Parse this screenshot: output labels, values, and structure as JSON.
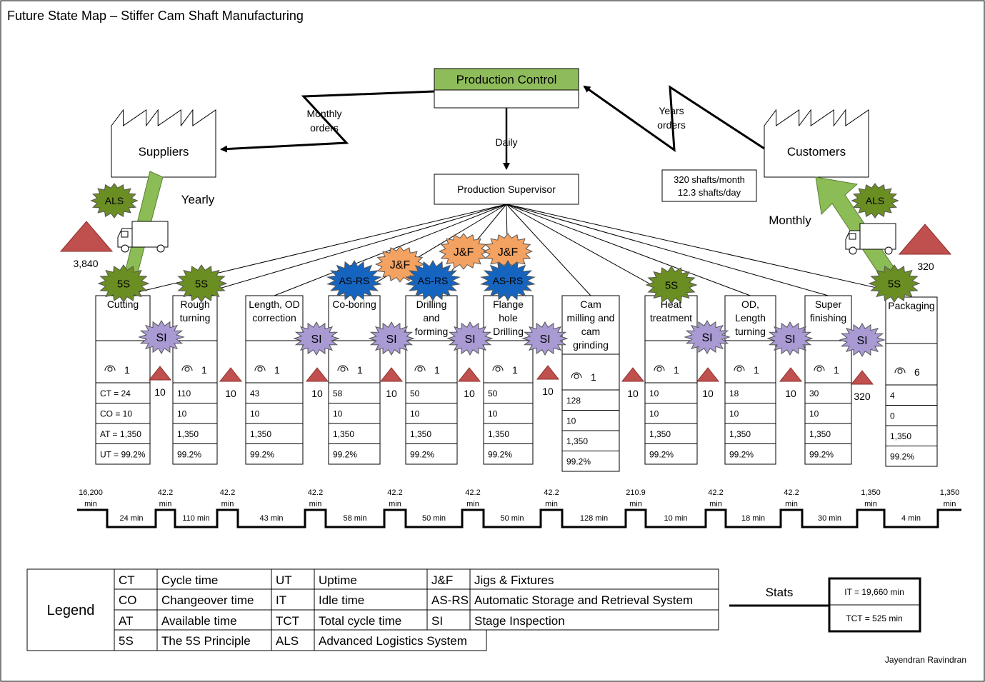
{
  "title": "Future State Map – Stiffer Cam Shaft Manufacturing",
  "author": "Jayendran Ravindran",
  "colors": {
    "production_control": "#8fbc5a",
    "arrow_green": "#8cbc55",
    "burst_green": "#6b8e23",
    "burst_blue": "#1565c0",
    "burst_orange": "#f4a261",
    "burst_purple": "#a99ad4",
    "triangle": "#c0504d"
  },
  "production_control": "Production Control",
  "production_supervisor": "Production Supervisor",
  "suppliers": "Suppliers",
  "customers": "Customers",
  "monthly_orders": [
    "Monthly",
    "orders"
  ],
  "years_orders": [
    "Years",
    "orders"
  ],
  "daily": "Daily",
  "yearly": "Yearly",
  "monthly": "Monthly",
  "demand": [
    "320 shafts/month",
    "12.3 shafts/day"
  ],
  "start_inventory": "3,840",
  "end_inventory": "320",
  "processes": [
    {
      "name": [
        "Cutting"
      ],
      "op": "1",
      "ct": "CT = 24",
      "co": "CO = 10",
      "at": "AT = 1,350",
      "ut": "UT = 99.2%"
    },
    {
      "name": [
        "Rough",
        "turning"
      ],
      "op": "1",
      "ct": "110",
      "co": "10",
      "at": "1,350",
      "ut": "99.2%"
    },
    {
      "name": [
        "Length, OD",
        "correction"
      ],
      "op": "1",
      "ct": "43",
      "co": "10",
      "at": "1,350",
      "ut": "99.2%"
    },
    {
      "name": [
        "Co-boring"
      ],
      "op": "1",
      "ct": "58",
      "co": "10",
      "at": "1,350",
      "ut": "99.2%"
    },
    {
      "name": [
        "Drilling",
        "and",
        "forming"
      ],
      "op": "1",
      "ct": "50",
      "co": "10",
      "at": "1,350",
      "ut": "99.2%"
    },
    {
      "name": [
        "Flange",
        "hole",
        "Drilling"
      ],
      "op": "1",
      "ct": "50",
      "co": "10",
      "at": "1,350",
      "ut": "99.2%"
    },
    {
      "name": [
        "Cam",
        "milling and",
        "cam",
        "grinding"
      ],
      "op": "1",
      "ct": "128",
      "co": "10",
      "at": "1,350",
      "ut": "99.2%"
    },
    {
      "name": [
        "Heat",
        "treatment"
      ],
      "op": "1",
      "ct": "10",
      "co": "10",
      "at": "1,350",
      "ut": "99.2%"
    },
    {
      "name": [
        "OD,",
        "Length",
        "turning"
      ],
      "op": "1",
      "ct": "18",
      "co": "10",
      "at": "1,350",
      "ut": "99.2%"
    },
    {
      "name": [
        "Super",
        "finishing"
      ],
      "op": "1",
      "ct": "30",
      "co": "10",
      "at": "1,350",
      "ut": "99.2%"
    },
    {
      "name": [
        "Packaging"
      ],
      "op": "6",
      "ct": "4",
      "co": "0",
      "at": "1,350",
      "ut": "99.2%"
    }
  ],
  "inventory_between": [
    "10",
    "10",
    "10",
    "10",
    "10",
    "10",
    "10",
    "10",
    "10",
    "320"
  ],
  "bursts": {
    "als": "ALS",
    "five_s": "5S",
    "si": "SI",
    "asrs": "AS-RS",
    "jf": "J&F"
  },
  "timeline": {
    "idle_first": [
      "16,200",
      "min"
    ],
    "idle": [
      [
        "42.2",
        "min"
      ],
      [
        "42.2",
        "min"
      ],
      [
        "42.2",
        "min"
      ],
      [
        "42.2",
        "min"
      ],
      [
        "42.2",
        "min"
      ],
      [
        "42.2",
        "min"
      ],
      [
        "210.9",
        "min"
      ],
      [
        "42.2",
        "min"
      ],
      [
        "42.2",
        "min"
      ],
      [
        "1,350",
        "min"
      ]
    ],
    "idle_last": [
      "1,350",
      "min"
    ],
    "cycle": [
      "24 min",
      "110 min",
      "43 min",
      "58 min",
      "50 min",
      "50 min",
      "128 min",
      "10 min",
      "18 min",
      "30 min",
      "4 min"
    ]
  },
  "legend": {
    "title": "Legend",
    "rows": [
      [
        "CT",
        "Cycle time",
        "UT",
        "Uptime",
        "J&F",
        "Jigs & Fixtures"
      ],
      [
        "CO",
        "Changeover time",
        "IT",
        "Idle time",
        "AS-RS",
        "Automatic Storage and Retrieval System"
      ],
      [
        "AT",
        "Available time",
        "TCT",
        "Total cycle time",
        "SI",
        "Stage Inspection"
      ],
      [
        "5S",
        "The 5S Principle",
        "ALS",
        "Advanced Logistics System"
      ]
    ]
  },
  "stats": {
    "label": "Stats",
    "it": "IT = 19,660 min",
    "tct": "TCT = 525 min"
  }
}
